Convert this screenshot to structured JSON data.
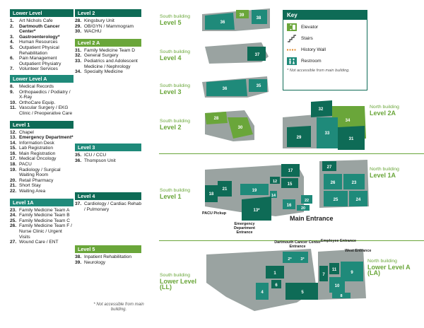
{
  "directory": {
    "lower_level": {
      "title": "Lower Level",
      "items": [
        {
          "num": "1.",
          "text": "Art Nichols Cafe",
          "bold": false
        },
        {
          "num": "2.",
          "text": "Dartmouth Cancer Center*",
          "bold": true
        },
        {
          "num": "3.",
          "text": "Gastroenterology*",
          "bold": true
        },
        {
          "num": "4.",
          "text": "Human Resources",
          "bold": false
        },
        {
          "num": "5.",
          "text": "Outpatient Physical Rehabilitation",
          "bold": false
        },
        {
          "num": "6.",
          "text": "Pain Management Outpatient Physiatry",
          "bold": false
        },
        {
          "num": "7.",
          "text": "Volunteer Services",
          "bold": false
        }
      ]
    },
    "lower_level_a": {
      "title": "Lower Level A",
      "items": [
        {
          "num": "8.",
          "text": "Medical Records",
          "bold": false
        },
        {
          "num": "9.",
          "text": "Orthopaedics / Podiatry / X-Ray",
          "bold": false
        },
        {
          "num": "10.",
          "text": "OrthoCare Equip.",
          "bold": false
        },
        {
          "num": "11.",
          "text": "Vascular Surgery / EKG Clinic / Preoperative Care",
          "bold": false
        }
      ]
    },
    "level_1": {
      "title": "Level 1",
      "items": [
        {
          "num": "12.",
          "text": "Chapel",
          "bold": false
        },
        {
          "num": "13.",
          "text": "Emergency Department*",
          "bold": true
        },
        {
          "num": "14.",
          "text": "Information Desk",
          "bold": false
        },
        {
          "num": "15.",
          "text": "Lab Registration",
          "bold": false
        },
        {
          "num": "16.",
          "text": "Main Registration",
          "bold": false
        },
        {
          "num": "17.",
          "text": "Medical Oncology",
          "bold": false
        },
        {
          "num": "18.",
          "text": "PACU",
          "bold": false
        },
        {
          "num": "19.",
          "text": "Radiology / Surgical Waiting Room",
          "bold": false
        },
        {
          "num": "20.",
          "text": "Retail Pharmacy",
          "bold": false
        },
        {
          "num": "21.",
          "text": "Short Stay",
          "bold": false
        },
        {
          "num": "22.",
          "text": "Waiting Area",
          "bold": false
        }
      ]
    },
    "level_1a": {
      "title": "Level 1A",
      "items": [
        {
          "num": "23.",
          "text": "Family Medicine Team A",
          "bold": false
        },
        {
          "num": "24.",
          "text": "Family Medicine Team B",
          "bold": false
        },
        {
          "num": "25.",
          "text": "Family Medicine Team C",
          "bold": false
        },
        {
          "num": "26.",
          "text": "Family Medicine Team F / Nurse Clinic / Urgent Visits",
          "bold": false
        },
        {
          "num": "27.",
          "text": "Wound Care / ENT",
          "bold": false
        }
      ]
    },
    "level_2": {
      "title": "Level 2",
      "items": [
        {
          "num": "28.",
          "text": "Kingsbury Unit",
          "bold": false
        },
        {
          "num": "29.",
          "text": "OB/GYN / Mammogram",
          "bold": false
        },
        {
          "num": "30.",
          "text": "WACHU",
          "bold": false
        }
      ]
    },
    "level_2a": {
      "title": "Level 2 A",
      "items": [
        {
          "num": "31.",
          "text": "Family Medicine Team D",
          "bold": false
        },
        {
          "num": "32.",
          "text": "General Surgery",
          "bold": false
        },
        {
          "num": "33.",
          "text": "Pediatrics and Adolescent Medicine / Nephrology",
          "bold": false
        },
        {
          "num": "34.",
          "text": "Specialty Medicine",
          "bold": false
        }
      ]
    },
    "level_3": {
      "title": "Level 3",
      "items": [
        {
          "num": "35.",
          "text": "ICU / CCU",
          "bold": false
        },
        {
          "num": "36.",
          "text": "Thompson Unit",
          "bold": false
        }
      ]
    },
    "level_4": {
      "title": "Level 4",
      "items": [
        {
          "num": "37.",
          "text": "Cardiology / Cardiac Rehab / Pulmonary",
          "bold": false
        }
      ]
    },
    "level_5": {
      "title": "Level 5",
      "items": [
        {
          "num": "38.",
          "text": "Inpatient Rehabilitation",
          "bold": false
        },
        {
          "num": "39.",
          "text": "Neurology",
          "bold": false
        }
      ]
    },
    "footnote": "* Not accessible from main building."
  },
  "key": {
    "title": "Key",
    "items": [
      {
        "icon": "elevator-icon",
        "label": "Elevator"
      },
      {
        "icon": "stairs-icon",
        "label": "Stairs"
      },
      {
        "icon": "history-wall-icon",
        "label": "History Wall"
      },
      {
        "icon": "restroom-icon",
        "label": "Restroom"
      }
    ],
    "note": "* Not accessible from main building."
  },
  "levels": {
    "l5": {
      "building": "South building",
      "name": "Level 5"
    },
    "l4": {
      "building": "South building",
      "name": "Level 4"
    },
    "l3": {
      "building": "South building",
      "name": "Level 3"
    },
    "l2": {
      "building": "South building",
      "name": "Level 2"
    },
    "l2a": {
      "building": "North building",
      "name": "Level 2A"
    },
    "l1": {
      "building": "South building",
      "name": "Level 1"
    },
    "l1a": {
      "building": "North building",
      "name": "Level 1A"
    },
    "ll": {
      "building": "South building",
      "name": "Lower Level (LL)"
    },
    "lla": {
      "building": "North building",
      "name": "Lower Level A (LA)"
    }
  },
  "entrances": {
    "pacu": "PACU Pickup",
    "emergency": "Emergency Department Entrance",
    "main": "Main Entrance",
    "cancer": "Dartmouth Cancer Center Entrance",
    "employee": "Employee Entrance",
    "west": "West Entrance"
  },
  "map_numbers": {
    "l5": [
      "36",
      "39",
      "38"
    ],
    "l4": [
      "37"
    ],
    "l3": [
      "36",
      "35"
    ],
    "l2": [
      "28",
      "30",
      "29",
      "32",
      "34",
      "33",
      "31"
    ],
    "l1": [
      "18",
      "21",
      "19",
      "17",
      "12",
      "15",
      "14",
      "16",
      "13*",
      "20",
      "22",
      "27",
      "26",
      "23",
      "25",
      "24"
    ],
    "ll": [
      "2*",
      "3*",
      "1",
      "6",
      "4",
      "5",
      "7",
      "11",
      "9",
      "10",
      "8"
    ]
  },
  "colors": {
    "dark_green": "#0e6b56",
    "teal": "#1f8a7a",
    "lime": "#6aa63a",
    "light_teal": "#3d9a8c",
    "gray": "#9aa3a1"
  }
}
